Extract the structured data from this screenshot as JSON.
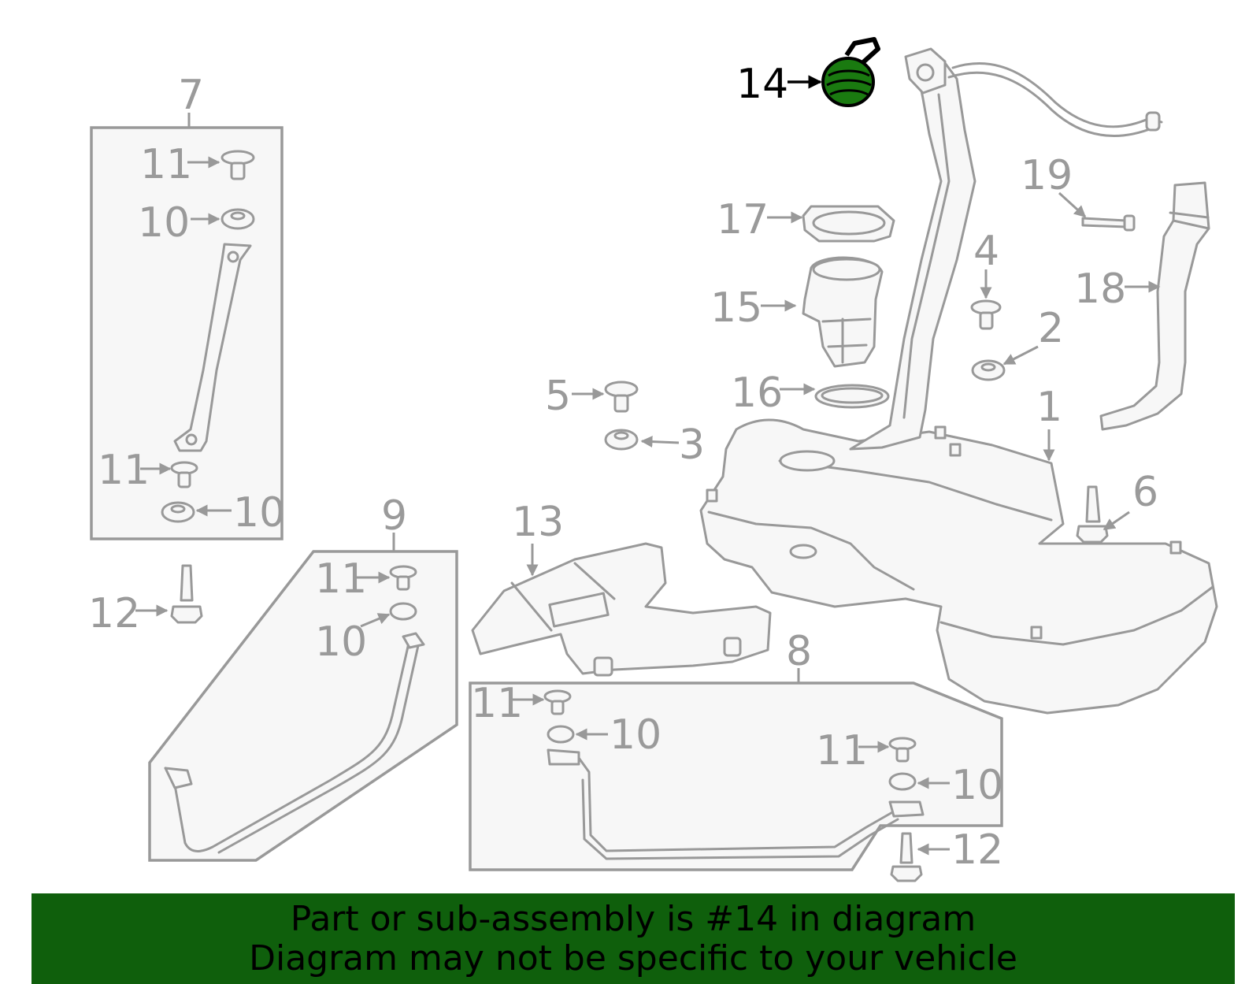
{
  "highlight_color": "#1a7a10",
  "footer_color": "#0f5f0c",
  "footer": {
    "line1": "Part or sub-assembly is #14 in diagram",
    "line2": "Diagram may not be specific to your vehicle"
  },
  "callouts": {
    "c1": "1",
    "c2": "2",
    "c3": "3",
    "c4": "4",
    "c5": "5",
    "c6": "6",
    "c7": "7",
    "c8": "8",
    "c9": "9",
    "c10a": "10",
    "c10b": "10",
    "c10c": "10",
    "c10d": "10",
    "c10e": "10",
    "c11a": "11",
    "c11b": "11",
    "c11c": "11",
    "c11d": "11",
    "c11e": "11",
    "c12a": "12",
    "c12b": "12",
    "c13": "13",
    "c14": "14",
    "c15": "15",
    "c16": "16",
    "c17": "17",
    "c18": "18",
    "c19": "19"
  }
}
